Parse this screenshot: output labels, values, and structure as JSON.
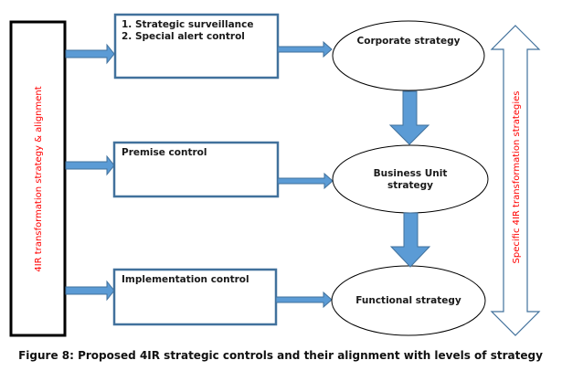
{
  "left_bar": {
    "label": "4IR transformation strategy  & alignment"
  },
  "controls": [
    {
      "lines": [
        "1. Strategic surveillance",
        "2. Special alert control"
      ]
    },
    {
      "lines": [
        "Premise control"
      ]
    },
    {
      "lines": [
        "Implementation control"
      ]
    }
  ],
  "strategies": [
    {
      "lines": [
        "Corporate strategy"
      ]
    },
    {
      "lines": [
        "Business Unit",
        "strategy"
      ]
    },
    {
      "lines": [
        "Functional strategy"
      ]
    }
  ],
  "right_arrow": {
    "label": "Specific  4IR transformation strategies"
  },
  "caption": "Figure 8: Proposed 4IR strategic controls and their alignment with levels of strategy",
  "colors": {
    "arrow_fill": "#5b9bd5",
    "arrow_stroke": "#41719c",
    "box_stroke": "#41719c",
    "label_red": "#ff0000"
  }
}
